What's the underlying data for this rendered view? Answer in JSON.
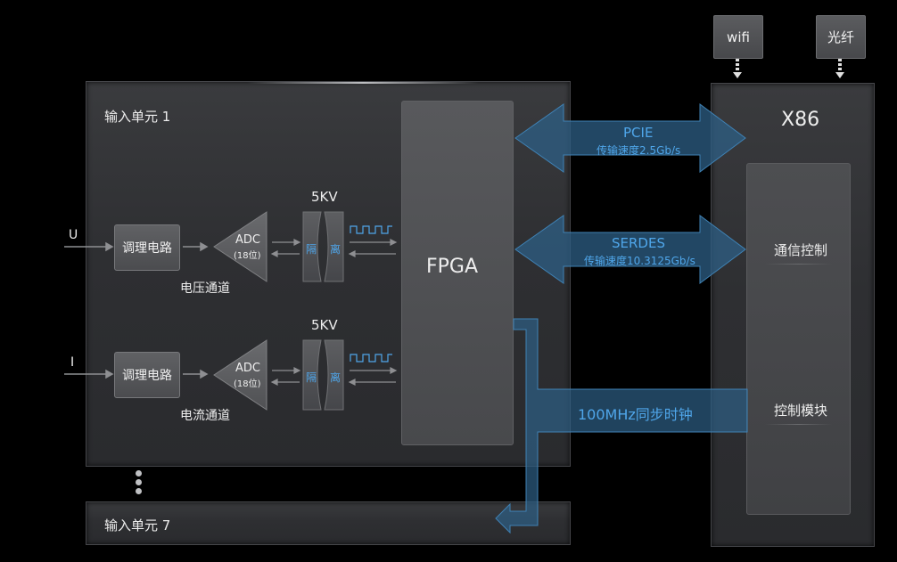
{
  "unit1": {
    "title": "输入单元 1"
  },
  "unit7": {
    "title": "输入单元 7"
  },
  "channel_u": {
    "input_label": "U",
    "conditioning": "调理电路",
    "adc": "ADC",
    "adc_bits": "(18位)",
    "isolation_voltage": "5KV",
    "iso_left": "隔",
    "iso_right": "离",
    "caption": "电压通道"
  },
  "channel_i": {
    "input_label": "I",
    "conditioning": "调理电路",
    "adc": "ADC",
    "adc_bits": "(18位)",
    "isolation_voltage": "5KV",
    "iso_left": "隔",
    "iso_right": "离",
    "caption": "电流通道"
  },
  "fpga": {
    "label": "FPGA"
  },
  "pcie": {
    "title": "PCIE",
    "speed": "传输速度2.5Gb/s"
  },
  "serdes": {
    "title": "SERDES",
    "speed": "传输速度10.3125Gb/s"
  },
  "clock": {
    "label": "100MHz同步时钟"
  },
  "x86": {
    "title": "X86",
    "comm": "通信控制",
    "control": "控制模块"
  },
  "top": {
    "wifi": "wifi",
    "fiber": "光纤"
  },
  "colors": {
    "accent_blue": "#4fa6ea",
    "arrow_fill": "#2d5f86",
    "background": "#000000"
  }
}
